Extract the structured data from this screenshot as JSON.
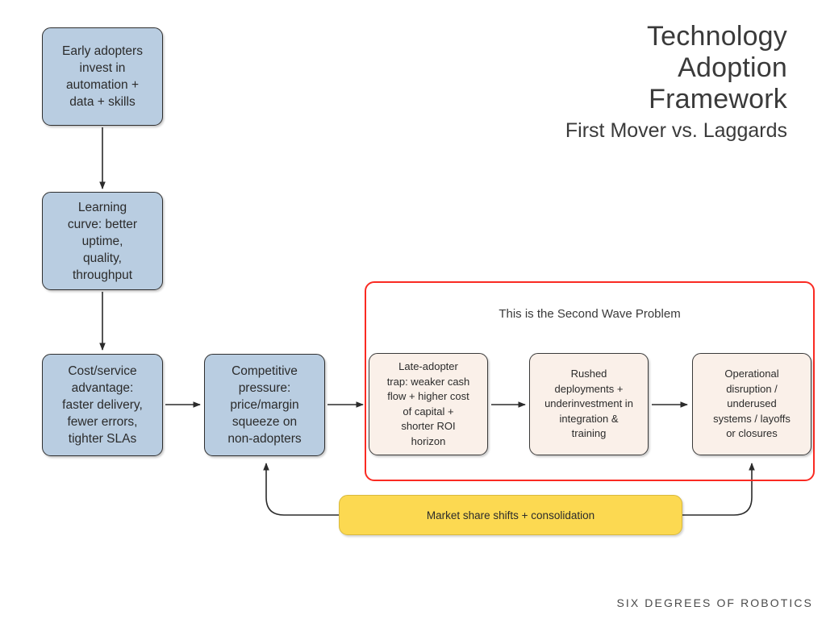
{
  "header": {
    "title_lines": [
      "Technology",
      "Adoption",
      "Framework"
    ],
    "subtitle": "First Mover vs. Laggards"
  },
  "footer": {
    "brand": "SIX DEGREES OF ROBOTICS"
  },
  "colors": {
    "node_blue": "#b9cde1",
    "node_cream": "#faf0e9",
    "node_yellow": "#fcd951",
    "group_border_red": "#fa2a22",
    "node_stroke": "#2f2f2f",
    "text": "#2b2b2b",
    "background": "#ffffff"
  },
  "group": {
    "label": "This is the Second Wave Problem",
    "border_color": "#fa2a22"
  },
  "nodes": [
    {
      "id": "early-adopters",
      "label": "Early adopters\ninvest in\nautomation +\ndata + skills",
      "fill": "#b9cde1"
    },
    {
      "id": "learning-curve",
      "label": "Learning\ncurve: better\nuptime,\nquality,\nthroughput",
      "fill": "#b9cde1"
    },
    {
      "id": "cost-service-advantage",
      "label": "Cost/service\nadvantage:\nfaster delivery,\nfewer errors,\ntighter SLAs",
      "fill": "#b9cde1"
    },
    {
      "id": "competitive-pressure",
      "label": "Competitive\npressure:\nprice/margin\nsqueeze on\nnon-adopters",
      "fill": "#b9cde1"
    },
    {
      "id": "late-adopter-trap",
      "label": "Late-adopter\ntrap: weaker cash\nflow + higher cost\nof capital +\nshorter ROI\nhorizon",
      "fill": "#faf0e9"
    },
    {
      "id": "rushed-deployments",
      "label": "Rushed\ndeployments +\nunderinvestment in\nintegration &\ntraining",
      "fill": "#faf0e9"
    },
    {
      "id": "operational-disruption",
      "label": "Operational\ndisruption /\nunderused\nsystems / layoffs\nor closures",
      "fill": "#faf0e9"
    },
    {
      "id": "market-share-shifts",
      "label": "Market share shifts + consolidation",
      "fill": "#fcd951"
    }
  ],
  "connectors": [
    {
      "id": "early-to-learning",
      "from": "early-adopters",
      "to": "learning-curve",
      "style": "straight-vertical-arrow"
    },
    {
      "id": "learning-to-cost",
      "from": "learning-curve",
      "to": "cost-service-advantage",
      "style": "straight-vertical-arrow"
    },
    {
      "id": "cost-to-pressure",
      "from": "cost-service-advantage",
      "to": "competitive-pressure",
      "style": "straight-horizontal-arrow"
    },
    {
      "id": "pressure-to-late",
      "from": "competitive-pressure",
      "to": "late-adopter-trap",
      "style": "straight-horizontal-arrow"
    },
    {
      "id": "late-to-rushed",
      "from": "late-adopter-trap",
      "to": "rushed-deployments",
      "style": "straight-horizontal-arrow"
    },
    {
      "id": "rushed-to-ops",
      "from": "rushed-deployments",
      "to": "operational-disruption",
      "style": "straight-horizontal-arrow"
    },
    {
      "id": "market-to-pressure",
      "from": "market-share-shifts",
      "to": "competitive-pressure",
      "style": "elbow-curve-arrow"
    },
    {
      "id": "market-to-ops",
      "from": "market-share-shifts",
      "to": "operational-disruption",
      "style": "elbow-curve-arrow"
    }
  ]
}
